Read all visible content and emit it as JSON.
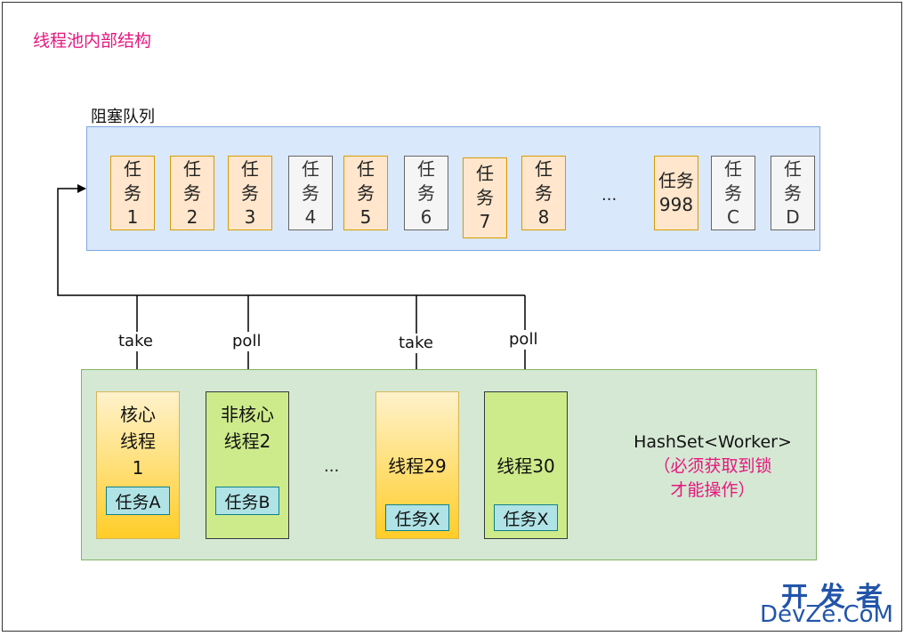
{
  "title": "线程池内部结构",
  "queue": {
    "label": "阻塞队列",
    "tasks": [
      {
        "label": "任务1",
        "state": "orange"
      },
      {
        "label": "任务2",
        "state": "orange"
      },
      {
        "label": "任务3",
        "state": "orange"
      },
      {
        "label": "任务4",
        "state": "gray"
      },
      {
        "label": "任务5",
        "state": "orange"
      },
      {
        "label": "任务6",
        "state": "gray"
      },
      {
        "label": "任务7",
        "state": "orange"
      },
      {
        "label": "任务8",
        "state": "orange"
      },
      {
        "label": "任务998",
        "state": "orange"
      },
      {
        "label": "任务C",
        "state": "gray"
      },
      {
        "label": "任务D",
        "state": "gray"
      }
    ],
    "ellipsis": "..."
  },
  "pool": {
    "workers": [
      {
        "name": "核心线程1",
        "task": "任务A",
        "edge_label": "take",
        "type": "core"
      },
      {
        "name": "非核心线程2",
        "task": "任务B",
        "edge_label": "poll",
        "type": "noncore"
      },
      {
        "name": "线程29",
        "task": "任务X",
        "edge_label": "take",
        "type": "core"
      },
      {
        "name": "线程30",
        "task": "任务X",
        "edge_label": "poll",
        "type": "noncore"
      }
    ],
    "ellipsis": "...",
    "hashset_title": "HashSet<Worker>",
    "hashset_note": "（必须获取到锁才能操作）"
  },
  "colors": {
    "accent": "#e6177f",
    "queue_fill": "#dae8fc",
    "queue_border": "#7ea6e0",
    "task_active_fill": "#ffe6cc",
    "task_active_border": "#d79b00",
    "task_idle_fill": "#f5f5f5",
    "pool_fill": "#d5e8d4",
    "core_worker": "#ffcd28",
    "noncore_worker": "#cdeb8b",
    "worker_task": "#b0e3e6"
  },
  "watermark": {
    "cn": "开发者",
    "en": "DevZe.CoM"
  }
}
